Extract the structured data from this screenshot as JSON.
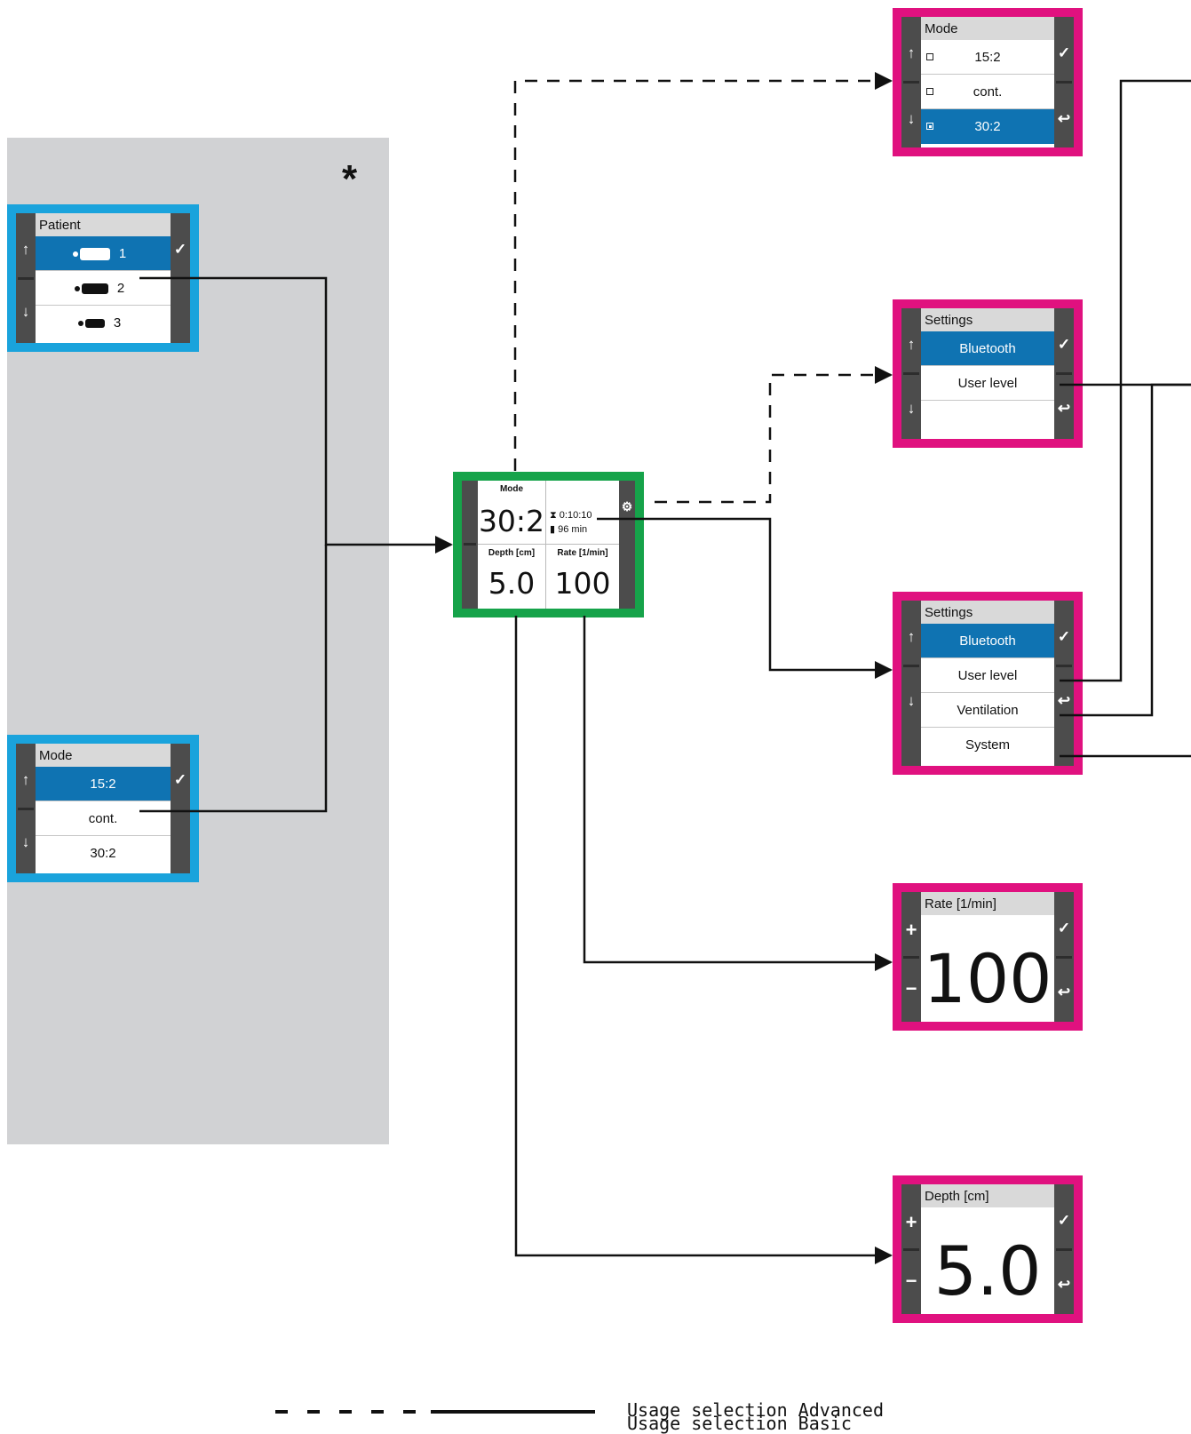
{
  "patient_menu": {
    "title": "Patient",
    "items": [
      {
        "label": "1",
        "selected": true
      },
      {
        "label": "2",
        "selected": false
      },
      {
        "label": "3",
        "selected": false
      }
    ]
  },
  "mode_menu_left": {
    "title": "Mode",
    "items": [
      {
        "label": "15:2",
        "selected": true
      },
      {
        "label": "cont.",
        "selected": false
      },
      {
        "label": "30:2",
        "selected": false
      }
    ]
  },
  "mode_menu_right": {
    "title": "Mode",
    "items": [
      {
        "label": "15:2",
        "selected": false
      },
      {
        "label": "cont.",
        "selected": false
      },
      {
        "label": "30:2",
        "selected": true
      }
    ]
  },
  "settings_menu_basic": {
    "title": "Settings",
    "items": [
      {
        "label": "Bluetooth",
        "selected": true
      },
      {
        "label": "User level",
        "selected": false
      },
      {
        "label": "",
        "selected": false
      }
    ]
  },
  "settings_menu_advanced": {
    "title": "Settings",
    "items": [
      {
        "label": "Bluetooth",
        "selected": true
      },
      {
        "label": "User level",
        "selected": false
      },
      {
        "label": "Ventilation",
        "selected": false
      },
      {
        "label": "System",
        "selected": false
      }
    ]
  },
  "main_screen": {
    "mode_label": "Mode",
    "mode_value": "30:2",
    "timer": "0:10:10",
    "battery": "96 min",
    "depth_label": "Depth [cm]",
    "depth_value": "5.0",
    "rate_label": "Rate [1/min]",
    "rate_value": "100"
  },
  "rate_screen": {
    "title": "Rate [1/min]",
    "value": "100"
  },
  "depth_screen": {
    "title": "Depth [cm]",
    "value": "5.0"
  },
  "marker": "*",
  "legend": {
    "advanced": "Usage selection Advanced",
    "basic": "Usage selection Basic"
  },
  "colors": {
    "basic_frame": "#1aa3dc",
    "advanced_frame": "#e0117f",
    "main_frame": "#16a34a",
    "selection": "#0f73b2",
    "panel": "#d1d2d4"
  }
}
